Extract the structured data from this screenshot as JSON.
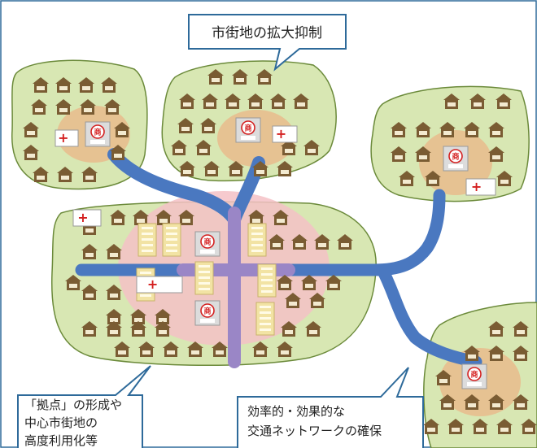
{
  "callouts": {
    "top": "市街地の拡大抑制",
    "bottom_left": [
      "「拠点」の形成や",
      "中心市街地の",
      "高度利用化等"
    ],
    "bottom_right": [
      "効率的・効果的な",
      "交通ネットワークの確保"
    ]
  },
  "icons": {
    "shop_glyph": "商",
    "hospital_glyph": "+"
  },
  "colors": {
    "frame": "#2e6a9a",
    "island_fill": "#d8e7b3",
    "island_stroke": "#6b8a3a",
    "house": "#7a5c33",
    "road_blue": "#4a78c0",
    "road_purple": "#9a86c6",
    "center_pink": "#f4c1c6",
    "core_orange": "#eab98a",
    "callout_border": "#2e6a9a"
  }
}
